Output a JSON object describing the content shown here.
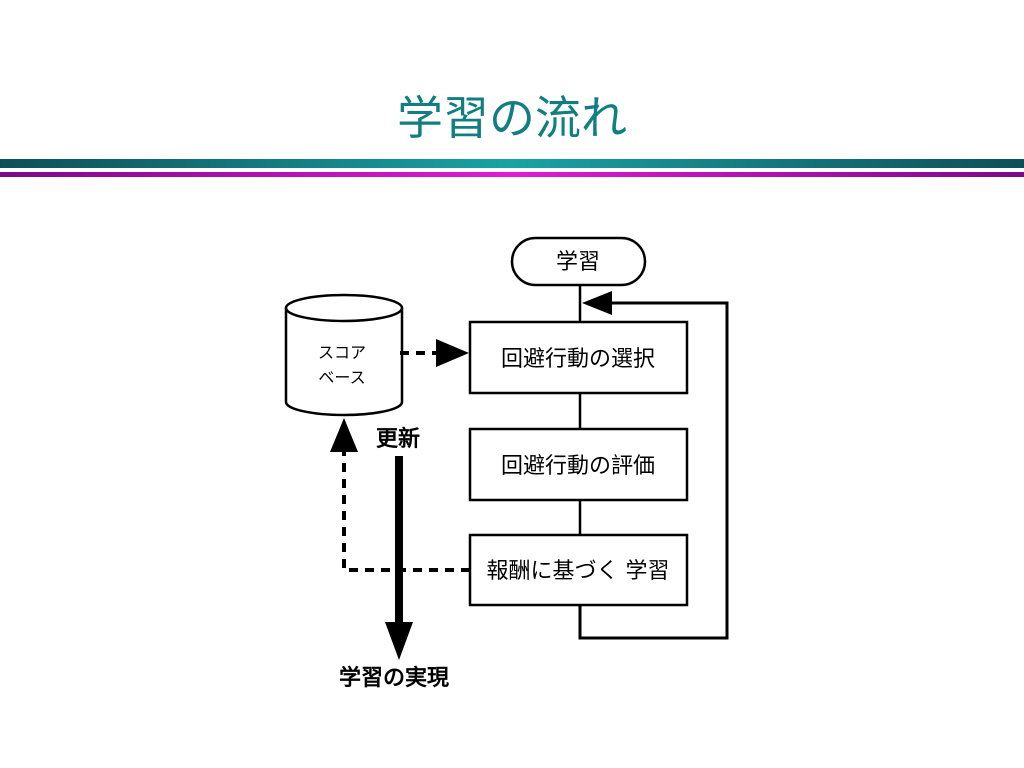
{
  "slide": {
    "title": "学習の流れ"
  },
  "diagram": {
    "start_node": "学習",
    "database": {
      "line1": "スコア",
      "line2": "ベース"
    },
    "steps": [
      "回避行動の選択",
      "回避行動の評価",
      "報酬に基づく 学習"
    ],
    "update_label": "更新",
    "outcome_label": "学習の実現"
  }
}
